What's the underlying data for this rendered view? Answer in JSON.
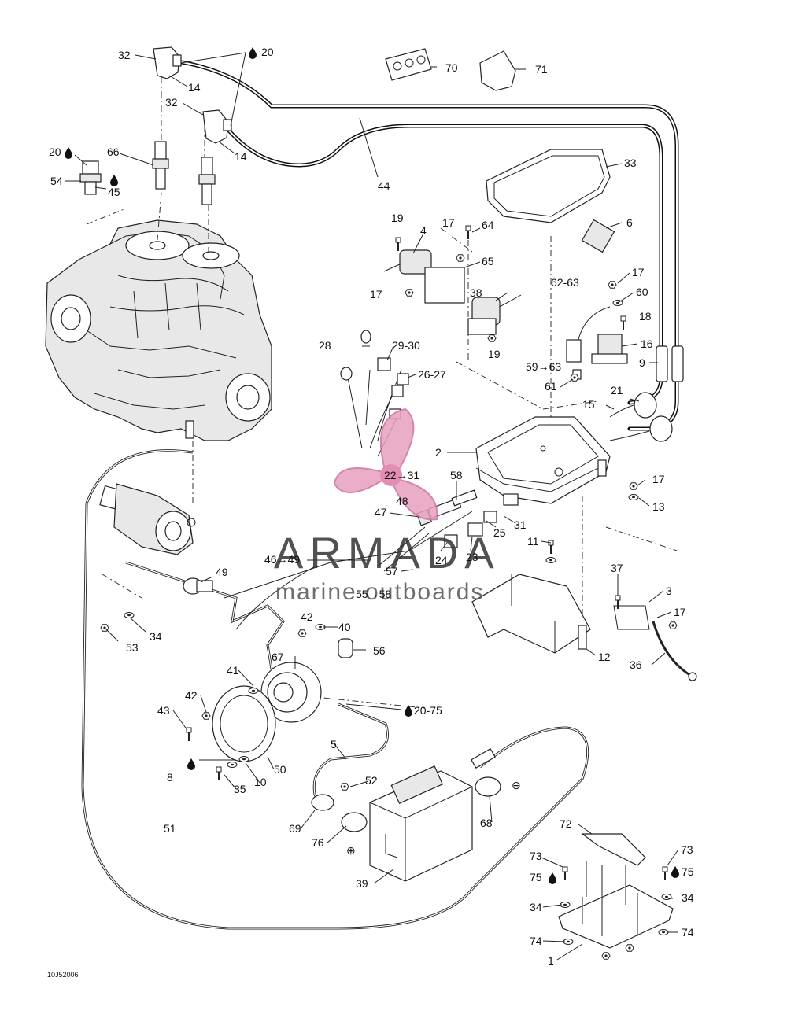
{
  "footer_code": "10J52006",
  "watermark": {
    "brand": "ARMADA",
    "tagline": "marine outboards",
    "color": "#e8a0c0"
  },
  "polarity": {
    "positive": "⊕",
    "negative": "⊖"
  },
  "drop_icon": "lubricant-drop-icon",
  "callouts": {
    "c32a": "32",
    "c20a": "20",
    "c14a": "14",
    "c32b": "32",
    "c14b": "14",
    "c70": "70",
    "c71": "71",
    "c66": "66",
    "c20b": "20",
    "c54": "54",
    "c45": "45",
    "c44": "44",
    "c33": "33",
    "c6": "6",
    "c19a": "19",
    "c4": "4",
    "c17a": "17",
    "c64": "64",
    "c65": "65",
    "c17b": "17",
    "c38": "38",
    "c19b": "19",
    "c62_63": "62-63",
    "c17c": "17",
    "c60": "60",
    "c18": "18",
    "c16": "16",
    "c9": "9",
    "c59_63": "59→63",
    "c61": "61",
    "c28": "28",
    "c29_30": "29-30",
    "c26_27": "26-27",
    "c21": "21",
    "c15": "15",
    "c2": "2",
    "c17d": "17",
    "c22_31": "22→31",
    "c58": "58",
    "c13": "13",
    "c48": "48",
    "c47": "47",
    "c31": "31",
    "c25": "25",
    "c11": "11",
    "c46_49": "46→49",
    "c24": "24",
    "c23": "23",
    "c57": "57",
    "c55_58": "55→58",
    "c49": "49",
    "c37": "37",
    "c3": "3",
    "c17e": "17",
    "c42a": "42",
    "c40": "40",
    "c34a": "34",
    "c53": "53",
    "c56": "56",
    "c67": "67",
    "c12": "12",
    "c36": "36",
    "c41": "41",
    "c42b": "42",
    "c20_75": "20-75",
    "c43": "43",
    "c5": "5",
    "c8": "8",
    "c50": "50",
    "c10": "10",
    "c35": "35",
    "c52": "52",
    "c51": "51",
    "c69": "69",
    "c76": "76",
    "c68": "68",
    "c39": "39",
    "c72": "72",
    "c73a": "73",
    "c73b": "73",
    "c75a": "75",
    "c75b": "75",
    "c34b": "34",
    "c34c": "34",
    "c74a": "74",
    "c74b": "74",
    "c1": "1"
  }
}
